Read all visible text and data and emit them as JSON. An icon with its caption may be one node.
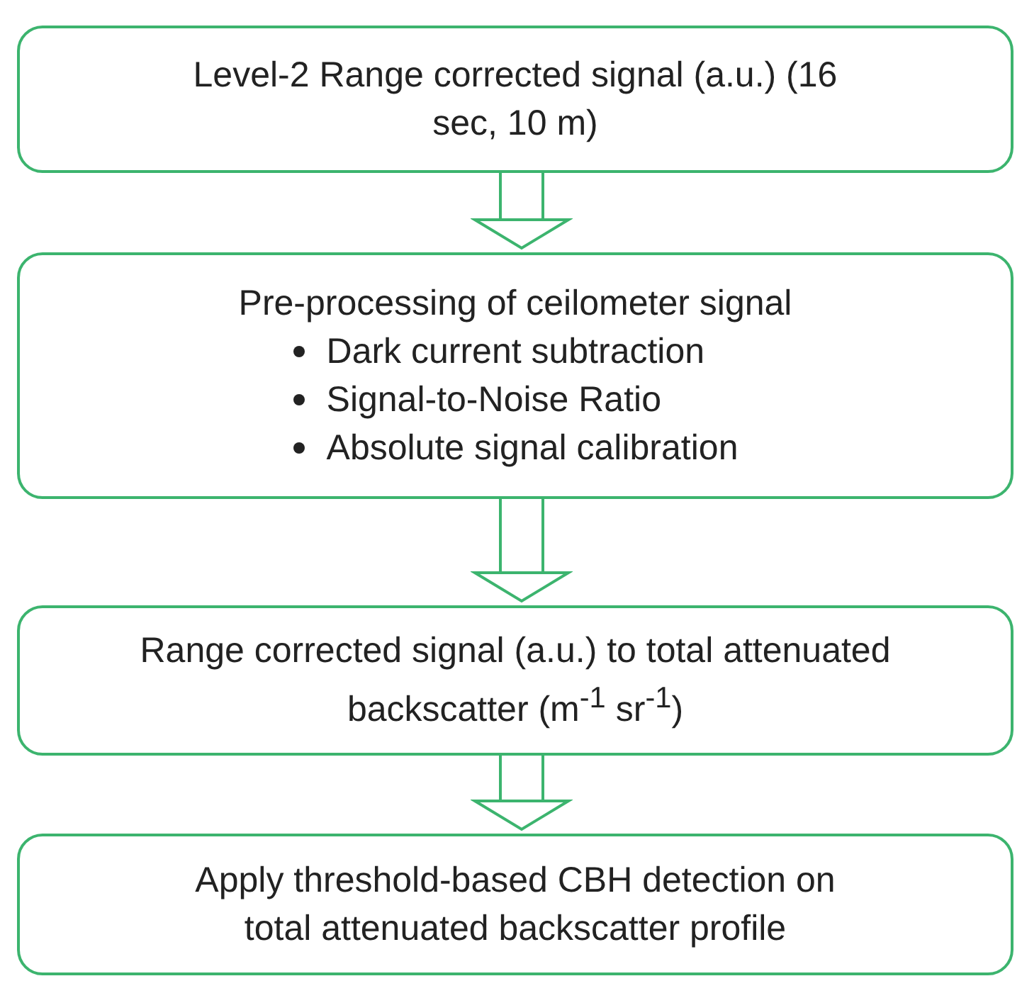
{
  "diagram": {
    "nodes": [
      {
        "text": [
          "Level-2 Range corrected signal (a.u.) (16 sec, 10 m)"
        ]
      },
      {
        "text": [
          "Pre-processing of ceilometer signal",
          "Dark current subtraction",
          "Signal-to-Noise Ratio",
          "Absolute signal calibration"
        ]
      },
      {
        "text": [
          "Range corrected signal (a.u.) to total attenuated backscatter (m$^{-1}$ sr$^{-1}$)"
        ]
      },
      {
        "text": [
          "Apply threshold-based CBH detection on total attenuated backscatter profile"
        ]
      }
    ],
    "edges": [
      {
        "from": 0,
        "to": 1,
        "arrow": "to"
      },
      {
        "from": 1,
        "to": 2,
        "arrow": "to"
      },
      {
        "from": 2,
        "to": 3,
        "arrow": "to"
      }
    ]
  }
}
